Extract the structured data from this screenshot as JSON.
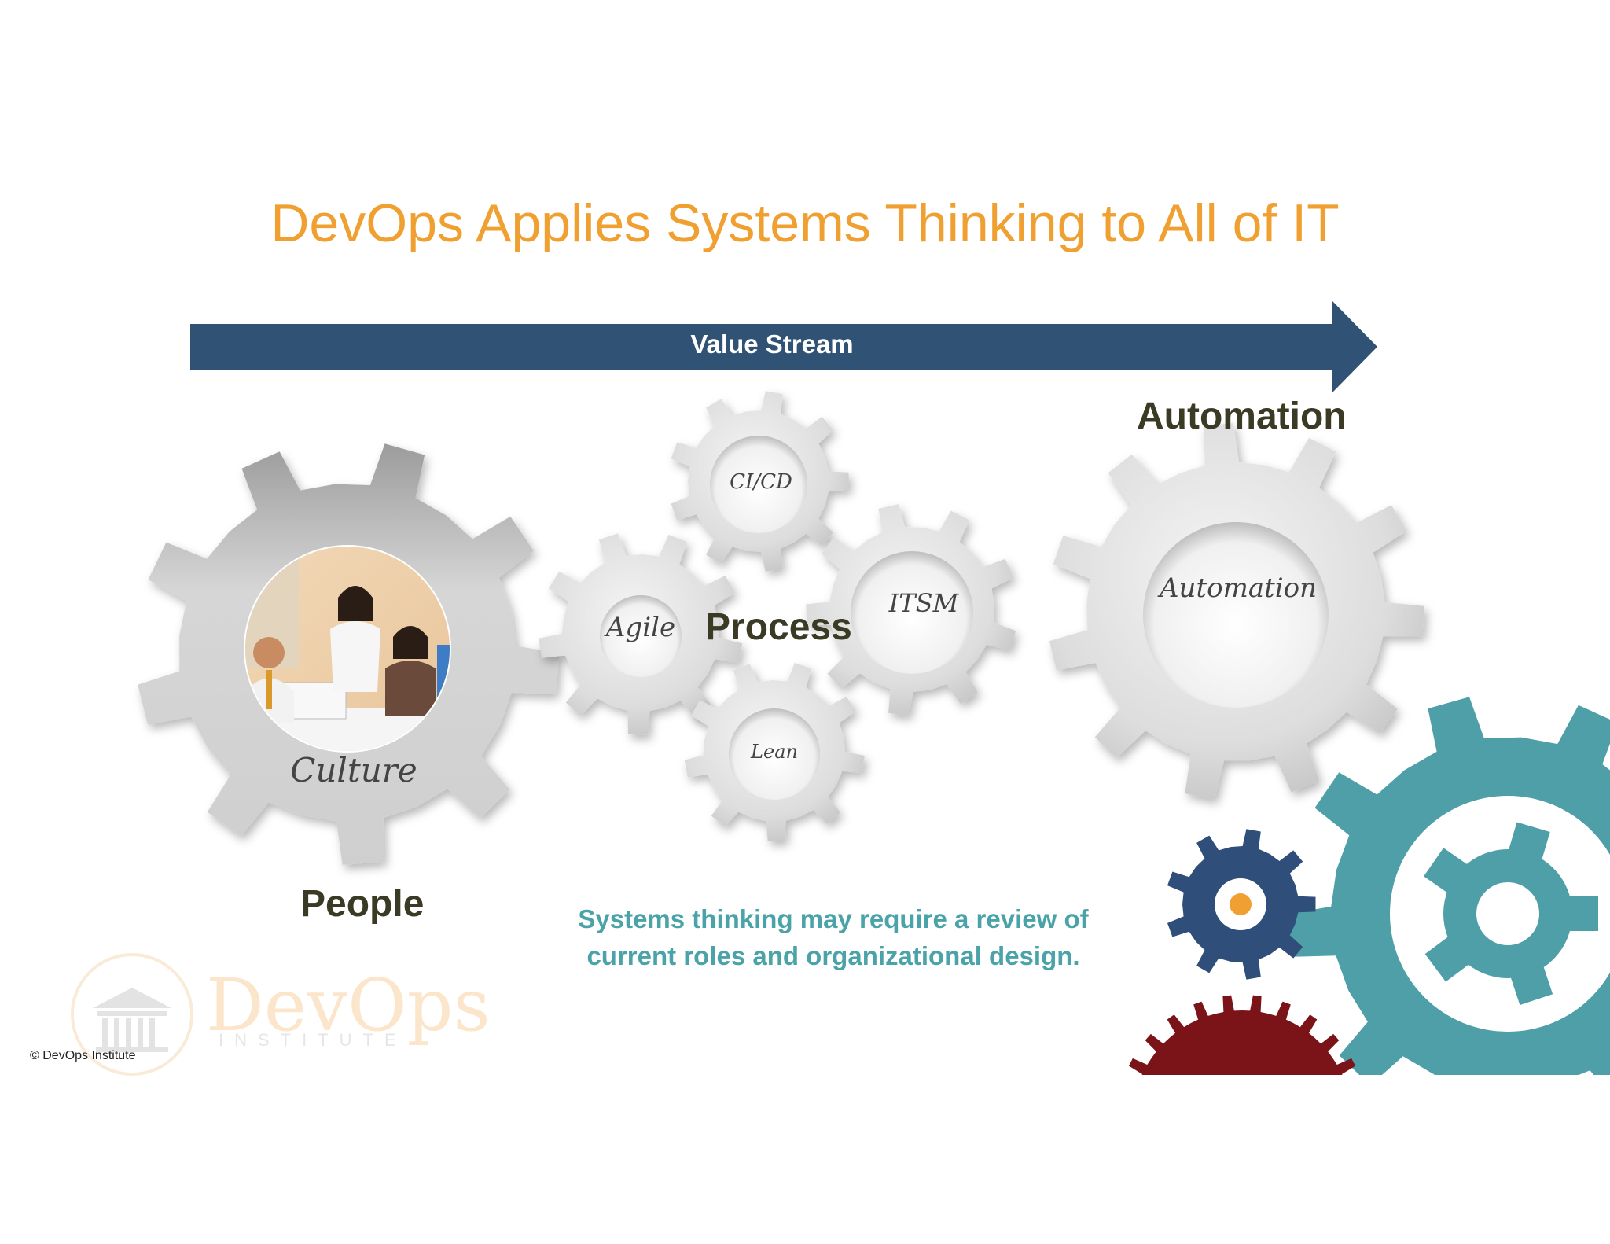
{
  "title": "DevOps Applies Systems Thinking to All of IT",
  "value_stream_label": "Value Stream",
  "gears": {
    "culture": "Culture",
    "cicd": "CI/CD",
    "agile": "Agile",
    "itsm": "ITSM",
    "lean": "Lean",
    "automation": "Automation"
  },
  "labels": {
    "people": "People",
    "process": "Process",
    "automation": "Automation"
  },
  "caption": {
    "line1": "Systems thinking may require a review of",
    "line2": "current roles and organizational design."
  },
  "watermark": {
    "name": "DevOps",
    "sub": "INSTITUTE"
  },
  "copyright": "© DevOps Institute",
  "colors": {
    "title": "#f0a030",
    "arrow": "#2f5275",
    "caption": "#4aa3a8",
    "teal_gear": "#4e9fa8",
    "navy_gear": "#2f4f7a",
    "red_gear": "#7a1418",
    "orange_dot": "#f0a030"
  }
}
